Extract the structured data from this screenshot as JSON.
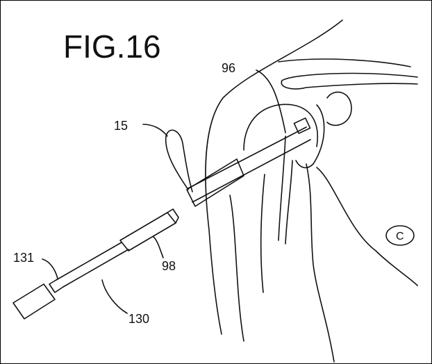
{
  "figure": {
    "title": "FIG.16",
    "labels": {
      "ref_96": "96",
      "ref_15": "15",
      "ref_131": "131",
      "ref_98": "98",
      "ref_130": "130",
      "ref_c": "C"
    }
  }
}
